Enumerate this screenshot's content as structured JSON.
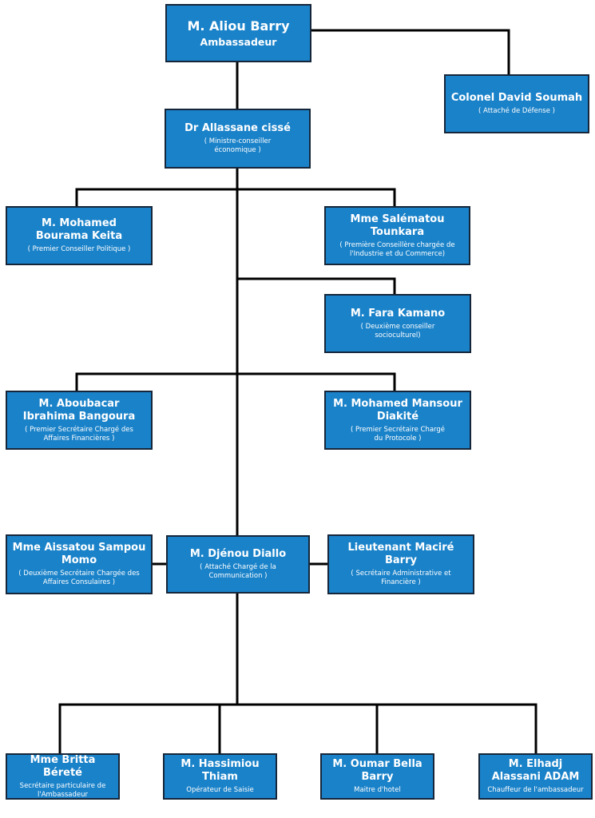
{
  "colors": {
    "box_fill": "#1a82c9",
    "box_border": "#15263a",
    "line": "#000000",
    "text": "#ffffff"
  },
  "nodes": {
    "barry": {
      "name": "M. Aliou Barry",
      "title": "Ambassadeur"
    },
    "soumah": {
      "name": "Colonel David Soumah",
      "title": "( Attaché de Défense )"
    },
    "cisse": {
      "name": "Dr Allassane cissé",
      "title": "( Ministre-conseiller économique )"
    },
    "keita": {
      "name": "M. Mohamed Bourama Keita",
      "title": "( Premier Conseiller Politique )"
    },
    "tounkara": {
      "name": "Mme Salématou Tounkara",
      "title": "( Première Conseillère chargée de l'Industrie et du Commerce)"
    },
    "kamano": {
      "name": "M. Fara Kamano",
      "title": "( Deuxième conseiller socioculturel)"
    },
    "bangoura": {
      "name": "M. Aboubacar Ibrahima Bangoura",
      "title": "( Premier Secrétaire Chargé des Affaires Financières )"
    },
    "diakite": {
      "name": "M. Mohamed Mansour Diakité",
      "title": "( Premier Secrétaire Chargé du Protocole )"
    },
    "momo": {
      "name": "Mme Aissatou Sampou Momo",
      "title": "( Deuxième Secrétaire Chargée des Affaires Consulaires )"
    },
    "diallo": {
      "name": "M. Djénou Diallo",
      "title": "( Attaché Chargé de la Communication )"
    },
    "macire": {
      "name": "Lieutenant Maciré Barry",
      "title": "( Secrétaire Administrative et Financière )"
    },
    "berete": {
      "name": "Mme Britta Béreté",
      "title": "Secrétaire particulaire de l'Ambassadeur"
    },
    "thiam": {
      "name": "M. Hassimiou Thiam",
      "title": "Opérateur de Saisie"
    },
    "oumar": {
      "name": "M. Oumar Bella Barry",
      "title": "Maitre d'hotel"
    },
    "adam": {
      "name": "M. Elhadj Alassani ADAM",
      "title": "Chauffeur de l'ambassadeur"
    }
  }
}
